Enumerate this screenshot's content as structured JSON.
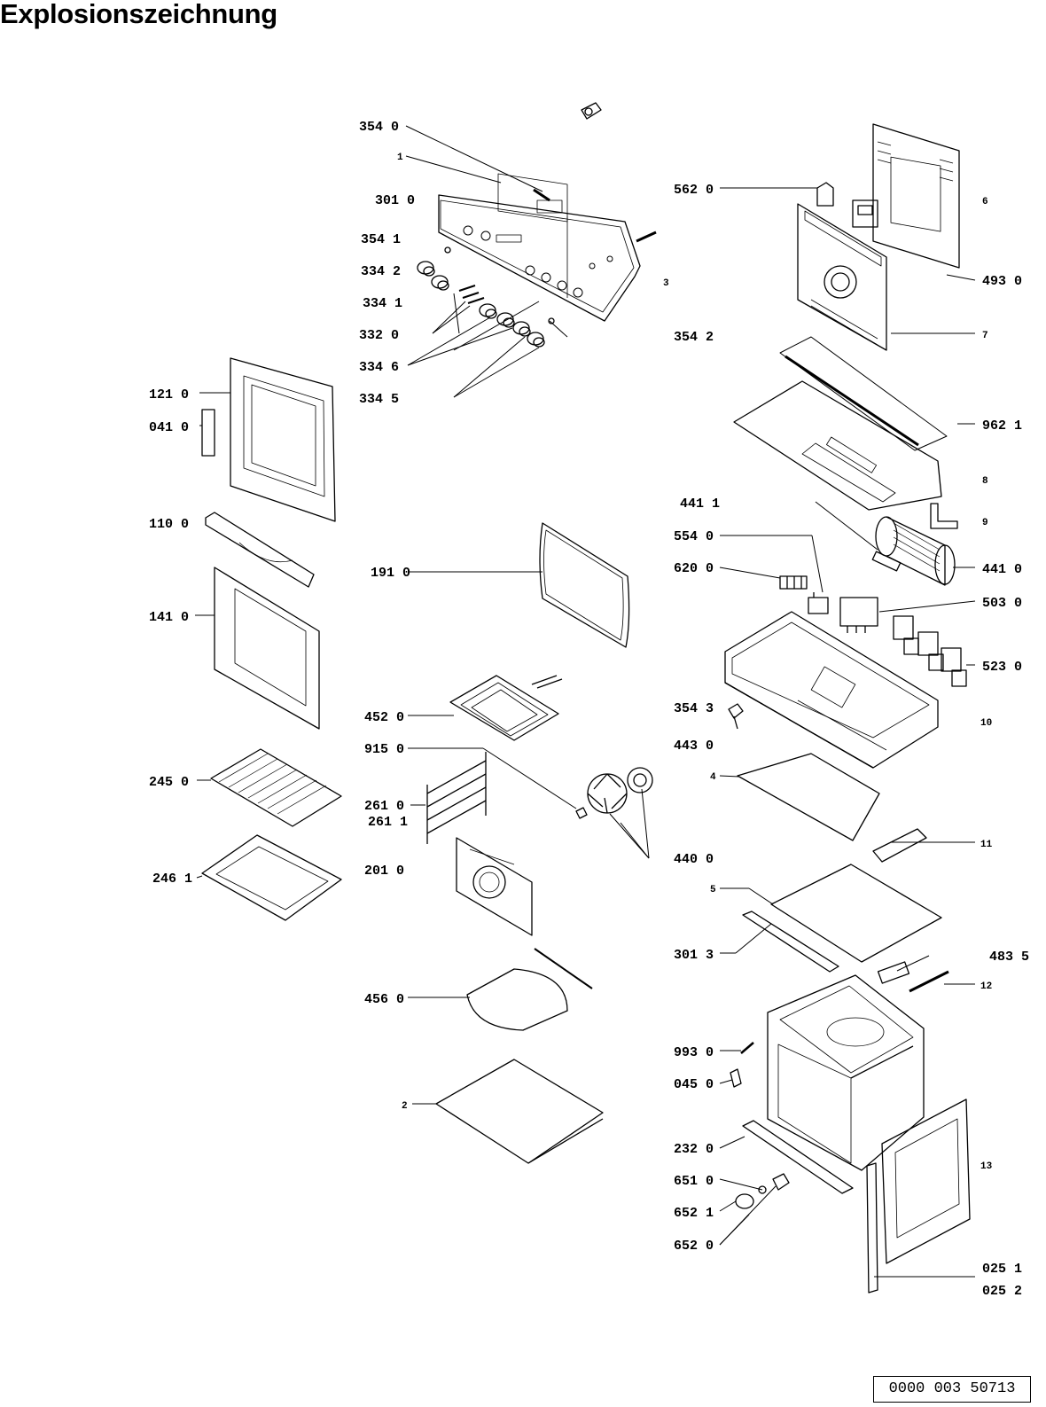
{
  "title": "Explosionszeichnung",
  "document_code": "0000 003 50713",
  "parts": [
    {
      "id": "p3540",
      "label": "354 0"
    },
    {
      "id": "p1",
      "label": "1"
    },
    {
      "id": "p3010",
      "label": "301 0"
    },
    {
      "id": "p3541",
      "label": "354 1"
    },
    {
      "id": "p3342",
      "label": "334 2"
    },
    {
      "id": "p3341",
      "label": "334 1"
    },
    {
      "id": "p3320",
      "label": "332 0"
    },
    {
      "id": "p3346",
      "label": "334 6"
    },
    {
      "id": "p3345",
      "label": "334 5"
    },
    {
      "id": "p3",
      "label": "3"
    },
    {
      "id": "p5620",
      "label": "562 0"
    },
    {
      "id": "p6",
      "label": "6"
    },
    {
      "id": "p4930",
      "label": "493 0"
    },
    {
      "id": "p3542",
      "label": "354 2"
    },
    {
      "id": "p7",
      "label": "7"
    },
    {
      "id": "p9621",
      "label": "962 1"
    },
    {
      "id": "p8",
      "label": "8"
    },
    {
      "id": "p4411",
      "label": "441 1"
    },
    {
      "id": "p9",
      "label": "9"
    },
    {
      "id": "p5540",
      "label": "554 0"
    },
    {
      "id": "p4410",
      "label": "441 0"
    },
    {
      "id": "p6200",
      "label": "620 0"
    },
    {
      "id": "p5030",
      "label": "503 0"
    },
    {
      "id": "p5230",
      "label": "523 0"
    },
    {
      "id": "p1210",
      "label": "121 0"
    },
    {
      "id": "p0410",
      "label": "041 0"
    },
    {
      "id": "p1100",
      "label": "110 0"
    },
    {
      "id": "p1910",
      "label": "191 0"
    },
    {
      "id": "p1410",
      "label": "141 0"
    },
    {
      "id": "p4520",
      "label": "452 0"
    },
    {
      "id": "p3543",
      "label": "354 3"
    },
    {
      "id": "p4430",
      "label": "443 0"
    },
    {
      "id": "p10",
      "label": "10"
    },
    {
      "id": "p9150",
      "label": "915 0"
    },
    {
      "id": "p2450",
      "label": "245 0"
    },
    {
      "id": "p4",
      "label": "4"
    },
    {
      "id": "p2610",
      "label": "261 0"
    },
    {
      "id": "p2611",
      "label": "261 1"
    },
    {
      "id": "p4400",
      "label": "440 0"
    },
    {
      "id": "p11",
      "label": "11"
    },
    {
      "id": "p2461",
      "label": "246 1"
    },
    {
      "id": "p2010",
      "label": "201 0"
    },
    {
      "id": "p5",
      "label": "5"
    },
    {
      "id": "p3013",
      "label": "301 3"
    },
    {
      "id": "p4835",
      "label": "483 5"
    },
    {
      "id": "p4560",
      "label": "456 0"
    },
    {
      "id": "p12",
      "label": "12"
    },
    {
      "id": "p9930",
      "label": "993 0"
    },
    {
      "id": "p0450",
      "label": "045 0"
    },
    {
      "id": "p2",
      "label": "2"
    },
    {
      "id": "p13",
      "label": "13"
    },
    {
      "id": "p2320",
      "label": "232 0"
    },
    {
      "id": "p6510",
      "label": "651 0"
    },
    {
      "id": "p6521",
      "label": "652 1"
    },
    {
      "id": "p6520",
      "label": "652 0"
    },
    {
      "id": "p0251",
      "label": "025 1"
    },
    {
      "id": "p0252",
      "label": "025 2"
    }
  ]
}
